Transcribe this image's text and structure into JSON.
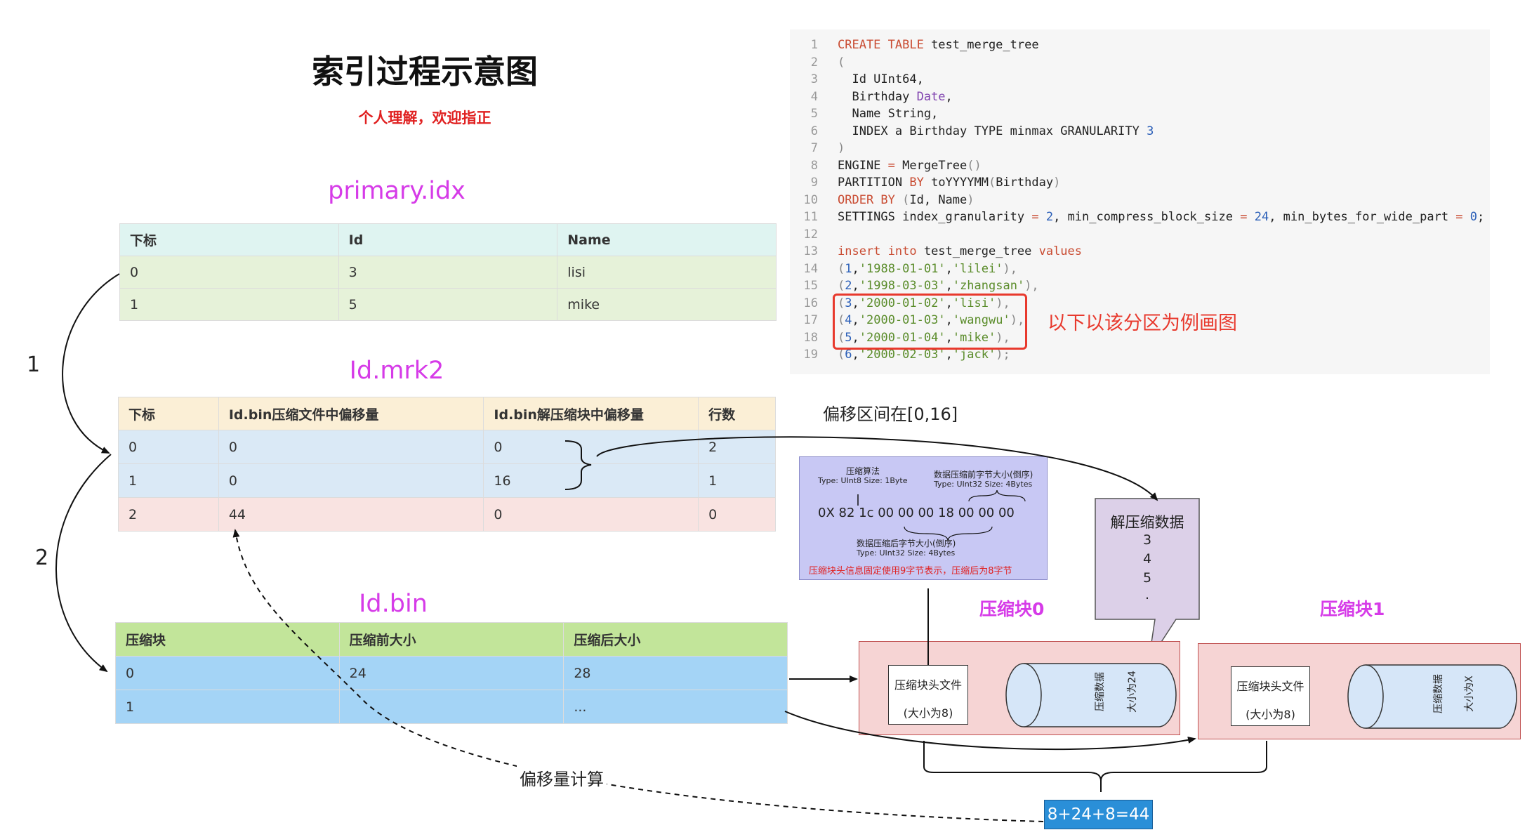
{
  "title": "索引过程示意图",
  "subtitle": "个人理解，欢迎指正",
  "primary_idx": {
    "name": "primary.idx",
    "headers": [
      "下标",
      "Id",
      "Name"
    ],
    "rows": [
      [
        "0",
        "3",
        "lisi"
      ],
      [
        "1",
        "5",
        "mike"
      ]
    ]
  },
  "mrk2": {
    "name": "Id.mrk2",
    "headers": [
      "下标",
      "Id.bin压缩文件中偏移量",
      "Id.bin解压缩块中偏移量",
      "行数"
    ],
    "rows": [
      [
        "0",
        "0",
        "0",
        "2"
      ],
      [
        "1",
        "0",
        "16",
        "1"
      ],
      [
        "2",
        "44",
        "0",
        "0"
      ]
    ]
  },
  "bin": {
    "name": "Id.bin",
    "headers": [
      "压缩块",
      "压缩前大小",
      "压缩后大小"
    ],
    "rows": [
      [
        "0",
        "24",
        "28"
      ],
      [
        "1",
        "",
        "..."
      ]
    ]
  },
  "arrows": {
    "step1": "1",
    "step2": "2",
    "offset_range": "偏移区间在[0,16]",
    "offset_calc": "偏移量计算"
  },
  "code_lines": [
    [
      [
        "kw",
        "CREATE TABLE "
      ],
      [
        "",
        "test_merge_tree"
      ]
    ],
    [
      [
        "punc",
        "("
      ]
    ],
    [
      [
        "",
        "  Id UInt64,"
      ]
    ],
    [
      [
        "",
        "  Birthday "
      ],
      [
        "typ",
        "Date"
      ],
      [
        "",
        ","
      ]
    ],
    [
      [
        "",
        "  Name String,"
      ]
    ],
    [
      [
        "",
        "  INDEX a Birthday TYPE minmax GRANULARITY "
      ],
      [
        "num",
        "3"
      ]
    ],
    [
      [
        "punc",
        ")"
      ]
    ],
    [
      [
        "",
        "ENGINE "
      ],
      [
        "kw",
        "="
      ],
      [
        "",
        " MergeTree"
      ],
      [
        "punc",
        "()"
      ]
    ],
    [
      [
        "",
        "PARTITION "
      ],
      [
        "kw",
        "BY"
      ],
      [
        "",
        " toYYYYMM"
      ],
      [
        "punc",
        "("
      ],
      [
        "",
        "Birthday"
      ],
      [
        "punc",
        ")"
      ]
    ],
    [
      [
        "kw",
        "ORDER BY "
      ],
      [
        "punc",
        "("
      ],
      [
        "",
        "Id, Name"
      ],
      [
        "punc",
        ")"
      ]
    ],
    [
      [
        "",
        "SETTINGS index_granularity "
      ],
      [
        "kw",
        "="
      ],
      [
        "",
        " "
      ],
      [
        "num",
        "2"
      ],
      [
        "",
        ", min_compress_block_size "
      ],
      [
        "kw",
        "="
      ],
      [
        "",
        " "
      ],
      [
        "num",
        "24"
      ],
      [
        "",
        ", min_bytes_for_wide_part "
      ],
      [
        "kw",
        "="
      ],
      [
        "",
        " "
      ],
      [
        "num",
        "0"
      ],
      [
        "",
        ";"
      ]
    ],
    [
      [
        "",
        ""
      ]
    ],
    [
      [
        "kw",
        "insert into "
      ],
      [
        "",
        "test_merge_tree "
      ],
      [
        "kw",
        "values"
      ]
    ],
    [
      [
        "punc",
        "("
      ],
      [
        "num",
        "1"
      ],
      [
        "",
        ","
      ],
      [
        "str",
        "'1988-01-01'"
      ],
      [
        "",
        ","
      ],
      [
        "str",
        "'lilei'"
      ],
      [
        "punc",
        "),"
      ]
    ],
    [
      [
        "punc",
        "("
      ],
      [
        "num",
        "2"
      ],
      [
        "",
        ","
      ],
      [
        "str",
        "'1998-03-03'"
      ],
      [
        "",
        ","
      ],
      [
        "str",
        "'zhangsan'"
      ],
      [
        "punc",
        "),"
      ]
    ],
    [
      [
        "punc",
        "("
      ],
      [
        "num",
        "3"
      ],
      [
        "",
        ","
      ],
      [
        "str",
        "'2000-01-02'"
      ],
      [
        "",
        ","
      ],
      [
        "str",
        "'lisi'"
      ],
      [
        "punc",
        "),"
      ]
    ],
    [
      [
        "punc",
        "("
      ],
      [
        "num",
        "4"
      ],
      [
        "",
        ","
      ],
      [
        "str",
        "'2000-01-03'"
      ],
      [
        "",
        ","
      ],
      [
        "str",
        "'wangwu'"
      ],
      [
        "punc",
        "),"
      ]
    ],
    [
      [
        "punc",
        "("
      ],
      [
        "num",
        "5"
      ],
      [
        "",
        ","
      ],
      [
        "str",
        "'2000-01-04'"
      ],
      [
        "",
        ","
      ],
      [
        "str",
        "'mike'"
      ],
      [
        "punc",
        "),"
      ]
    ],
    [
      [
        "punc",
        "("
      ],
      [
        "num",
        "6"
      ],
      [
        "",
        ","
      ],
      [
        "str",
        "'2000-02-03'"
      ],
      [
        "",
        ","
      ],
      [
        "str",
        "'jack'"
      ],
      [
        "punc",
        ");"
      ]
    ]
  ],
  "partition_note": "以下以该分区为例画图",
  "header_info": {
    "algo_label": "压缩算法",
    "algo_type": "Type: UInt8 Size: 1Byte",
    "before_label": "数据压缩前字节大小(倒序)",
    "before_type": "Type: UInt32 Size: 4Bytes",
    "hex": "0X 82 1c 00 00 00 18 00 00 00",
    "after_label": "数据压缩后字节大小(倒序)",
    "after_type": "Type: UInt32 Size: 4Bytes",
    "note": "压缩块头信息固定使用9字节表示，压缩后为8字节"
  },
  "decompressed": {
    "label": "解压缩数据",
    "values": [
      "3",
      "4",
      "5",
      "."
    ]
  },
  "block0": {
    "title": "压缩块0",
    "header_file": "压缩块头文件",
    "header_size": "(大小为8)",
    "data_label": "压缩数据",
    "data_size": "大小为24"
  },
  "block1": {
    "title": "压缩块1",
    "header_file": "压缩块头文件",
    "header_size": "(大小为8)",
    "data_label": "压缩数据",
    "data_size": "大小为X"
  },
  "sum": "8+24+8=44",
  "colors": {
    "pink": "#d63be8",
    "red": "#e02020",
    "blueBox": "#2a8fd8",
    "purple": "#c8c8f4",
    "block": "#f6d4d4"
  }
}
